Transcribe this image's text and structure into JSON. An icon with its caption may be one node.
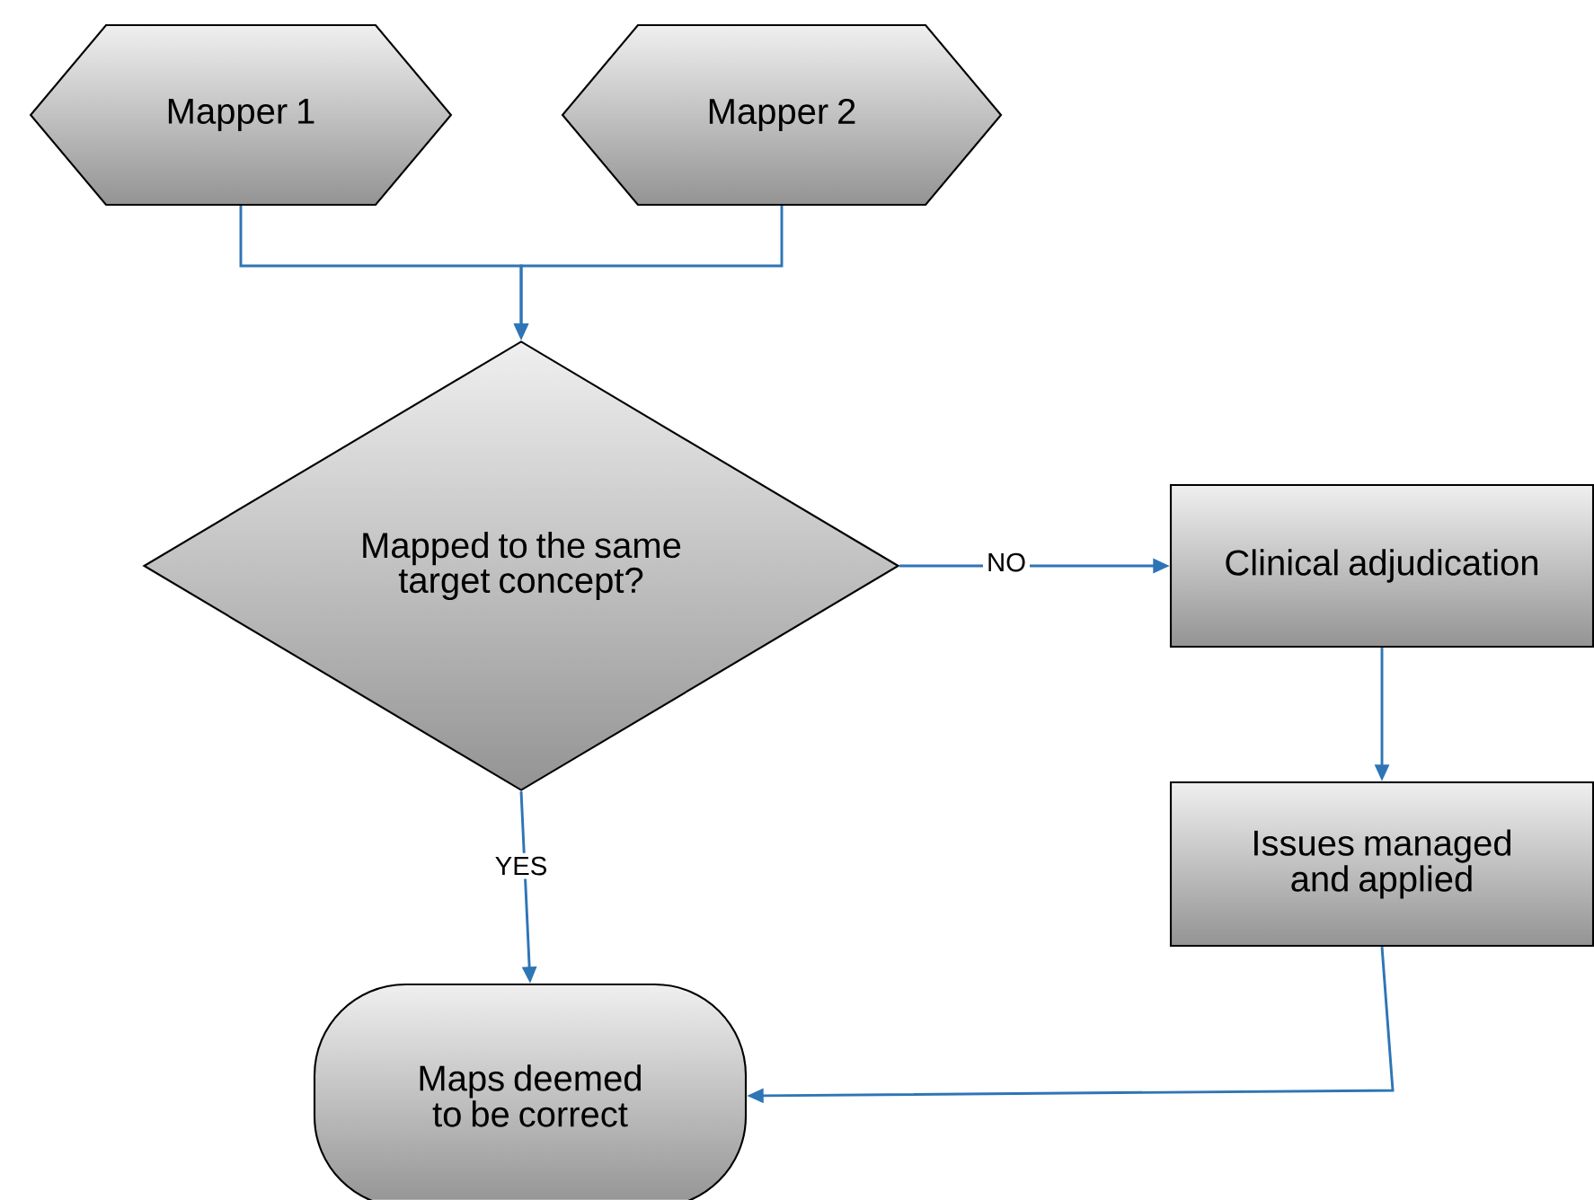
{
  "diagram": {
    "nodes": [
      {
        "text": [
          "Mapper 1"
        ]
      },
      {
        "text": [
          "Mapper 2"
        ]
      },
      {
        "text": [
          "Mapped to the same target concept?"
        ]
      },
      {
        "text": [
          "Clinical adjudication"
        ]
      },
      {
        "text": [
          "Issues managed and applied"
        ]
      },
      {
        "text": [
          "Maps deemed to be correct"
        ]
      }
    ],
    "edges": [
      {
        "from": 0,
        "to": 2,
        "arrow": "to"
      },
      {
        "from": 1,
        "to": 2,
        "arrow": "to"
      },
      {
        "from": 2,
        "to": 3,
        "arrow": "to",
        "label": "NO"
      },
      {
        "from": 2,
        "to": 5,
        "arrow": "to",
        "label": "YES"
      },
      {
        "from": 3,
        "to": 4,
        "arrow": "to"
      },
      {
        "from": 4,
        "to": 5,
        "arrow": "to"
      }
    ]
  }
}
